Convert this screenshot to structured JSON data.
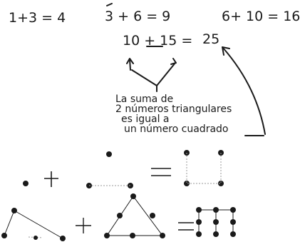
{
  "equations": {
    "eq1": "1+3 = 4",
    "eq2": "3 + 6 = 9",
    "eq3": "6+ 10 = 16",
    "eq4_left": "10 + 15 =",
    "eq4_result": "25"
  },
  "note": {
    "line1": "La suma de",
    "line2": "2 números triangulares",
    "line3": "es igual a",
    "line4": "un número cuadrado"
  },
  "colors": {
    "ink": "#1a1a1a",
    "paper": "#ffffff"
  }
}
